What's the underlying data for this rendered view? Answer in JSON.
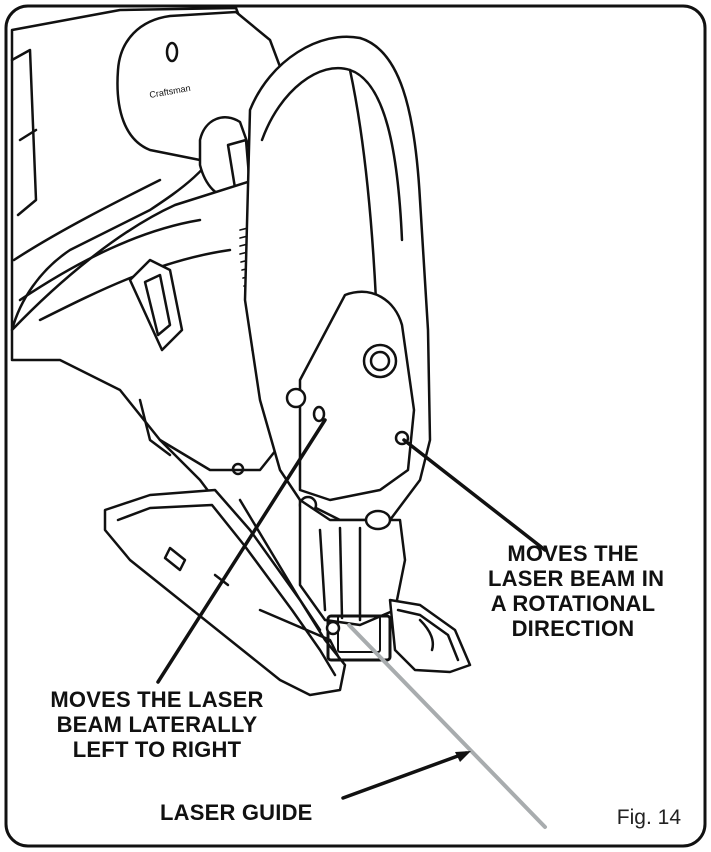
{
  "callouts": {
    "rotational": [
      "MOVES THE",
      "LASER BEAM IN",
      "A ROTATIONAL",
      "DIRECTION"
    ],
    "lateral": [
      "MOVES THE LASER",
      "BEAM LATERALLY",
      "LEFT TO RIGHT"
    ],
    "guide": "LASER GUIDE"
  },
  "figure_label": "Fig. 14",
  "colors": {
    "ink": "#111111",
    "laser_line": "#a8acae",
    "background": "#ffffff"
  }
}
